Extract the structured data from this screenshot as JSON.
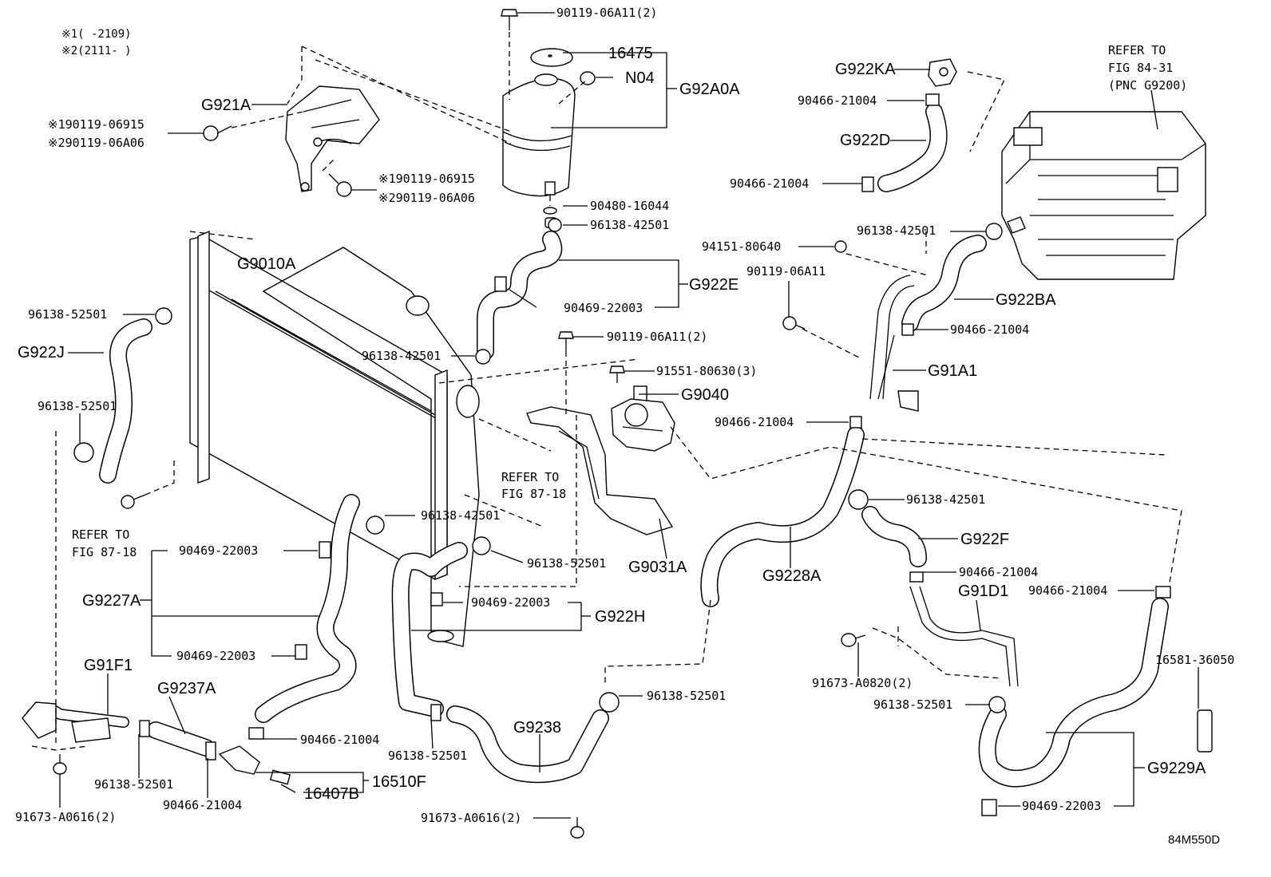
{
  "notes": {
    "note1": "※1(     -2109)",
    "note2": "※2(2111-     )"
  },
  "labels": {
    "l_90119_06A11_2_top": "90119-06A11(2)",
    "l_16475": "16475",
    "l_N04": "N04",
    "l_G92A0A": "G92A0A",
    "l_G921A": "G921A",
    "l_n1_90119_06915_a": "※190119-06915",
    "l_n2_90119_06A06_a": "※290119-06A06",
    "l_n1_90119_06915_b": "※190119-06915",
    "l_n2_90119_06A06_b": "※290119-06A06",
    "l_90480_16044": "90480-16044",
    "l_96138_42501_a": "96138-42501",
    "l_G9010A": "G9010A",
    "l_G922E": "G922E",
    "l_90469_22003_a": "90469-22003",
    "l_96138_52501_a": "96138-52501",
    "l_G922J": "G922J",
    "l_96138_42501_b": "96138-42501",
    "l_90119_06A11_2_mid": "90119-06A11(2)",
    "l_91551_80630_3": "91551-80630(3)",
    "l_G9040": "G9040",
    "l_96138_52501_b": "96138-52501",
    "l_refer_87_18_a1": "REFER TO",
    "l_refer_87_18_a2": "FIG 87-18",
    "l_96138_42501_c": "96138-42501",
    "l_96138_52501_c": "96138-52501",
    "l_G9031A": "G9031A",
    "l_refer_87_18_b1": "REFER TO",
    "l_refer_87_18_b2": "FIG 87-18",
    "l_90469_22003_b": "90469-22003",
    "l_G9227A": "G9227A",
    "l_90469_22003_c": "90469-22003",
    "l_G922H": "G922H",
    "l_90469_22003_d": "90469-22003",
    "l_G91F1": "G91F1",
    "l_G9237A": "G9237A",
    "l_90466_21004_a": "90466-21004",
    "l_96138_52501_d": "96138-52501",
    "l_96138_52501_e": "96138-52501",
    "l_G9238": "G9238",
    "l_96138_52501_f": "96138-52501",
    "l_16510F": "16510F",
    "l_16407B": "16407B",
    "l_90466_21004_b": "90466-21004",
    "l_91673_A0616_2_a": "91673-A0616(2)",
    "l_91673_A0616_2_b": "91673-A0616(2)",
    "l_refer_84_31_1": "REFER TO",
    "l_refer_84_31_2": "FIG 84-31",
    "l_refer_84_31_3": "(PNC G9200)",
    "l_G922KA": "G922KA",
    "l_90466_21004_c": "90466-21004",
    "l_G922D": "G922D",
    "l_90466_21004_d": "90466-21004",
    "l_96138_42501_d": "96138-42501",
    "l_94151_80640": "94151-80640",
    "l_90119_06A11": "90119-06A11",
    "l_G922BA": "G922BA",
    "l_90466_21004_e": "90466-21004",
    "l_G91A1": "G91A1",
    "l_90466_21004_f": "90466-21004",
    "l_96138_42501_e": "96138-42501",
    "l_G922F": "G922F",
    "l_G9228A": "G9228A",
    "l_90466_21004_g": "90466-21004",
    "l_G91D1": "G91D1",
    "l_90466_21004_h": "90466-21004",
    "l_16581_36050": "16581-36050",
    "l_91673_A0820_2": "91673-A0820(2)",
    "l_96138_52501_g": "96138-52501",
    "l_G9229A": "G9229A",
    "l_90469_22003_e": "90469-22003",
    "l_fig_code": "84M550D"
  }
}
